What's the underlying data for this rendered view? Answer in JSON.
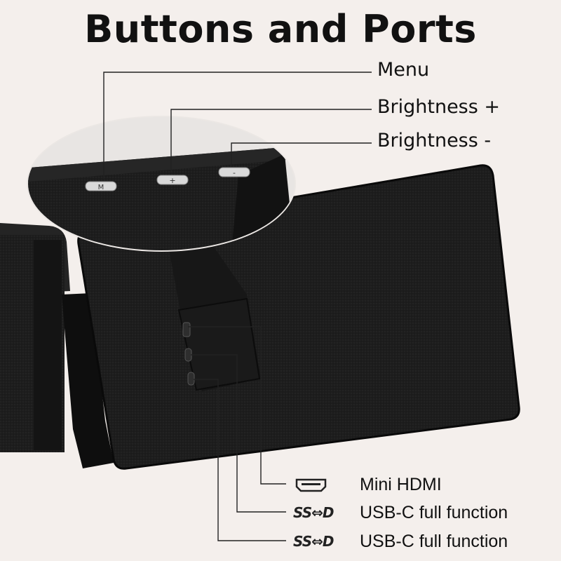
{
  "title": "Buttons and Ports",
  "buttons": [
    {
      "label": "Menu",
      "key_glyph": "M"
    },
    {
      "label": "Brightness +",
      "key_glyph": "+"
    },
    {
      "label": "Brightness -",
      "key_glyph": "-"
    }
  ],
  "ports": [
    {
      "label": "Mini HDMI",
      "icon": "mini-hdmi-icon"
    },
    {
      "label": "USB-C full function",
      "icon": "usb-superspeed-displayport-icon",
      "icon_text": "SS⇔D"
    },
    {
      "label": "USB-C full function",
      "icon": "usb-superspeed-displayport-icon",
      "icon_text": "SS⇔D"
    }
  ],
  "colors": {
    "background": "#f4efec",
    "device": "#1c1c1c",
    "line": "#222222"
  }
}
